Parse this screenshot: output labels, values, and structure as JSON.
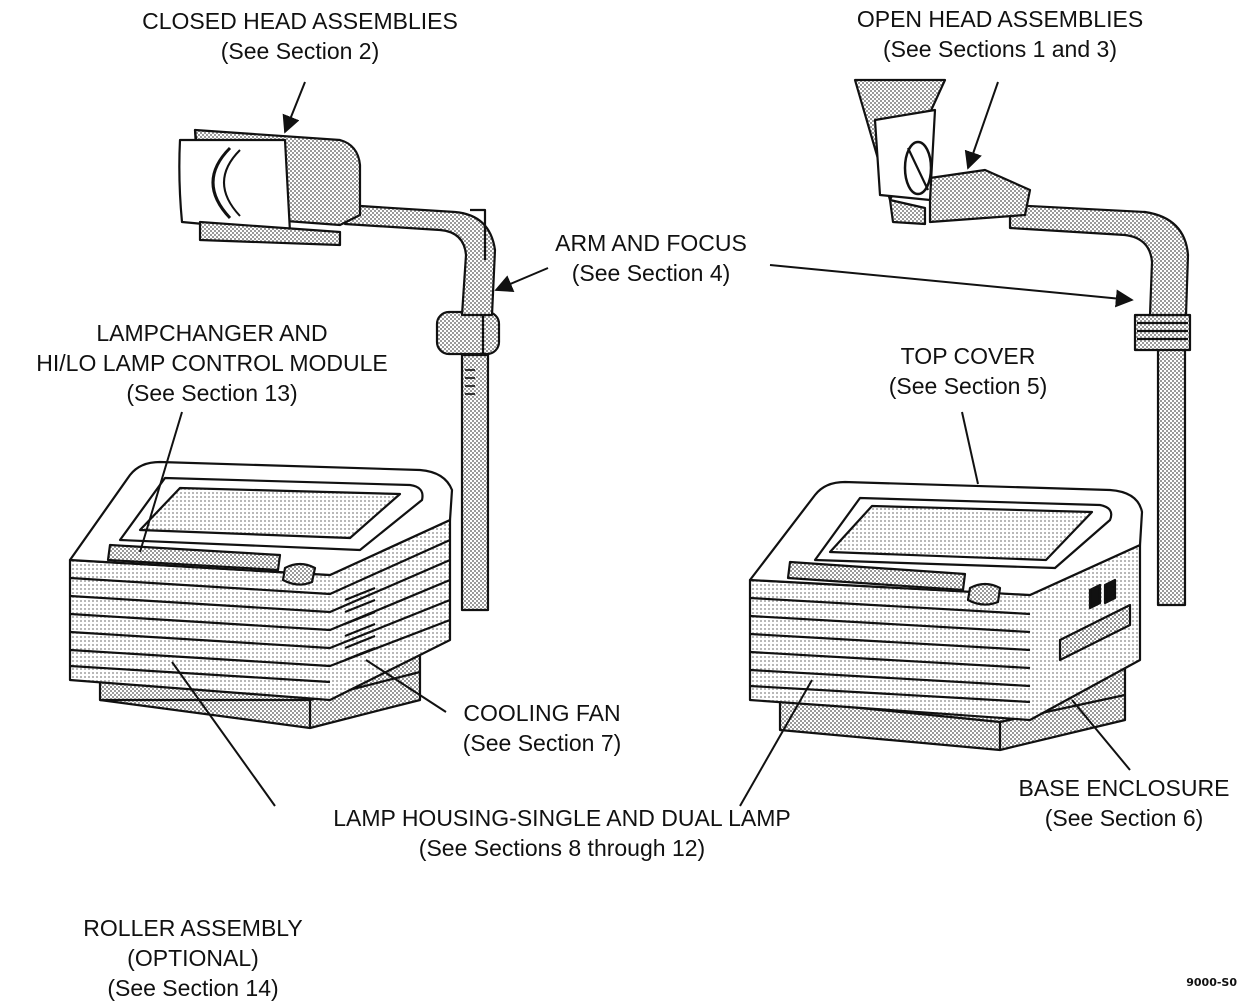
{
  "labels": {
    "closed_head": {
      "line1": "CLOSED HEAD ASSEMBLIES",
      "line2": "(See Section 2)"
    },
    "open_head": {
      "line1": "OPEN HEAD ASSEMBLIES",
      "line2": "(See Sections 1 and 3)"
    },
    "arm_focus": {
      "line1": "ARM AND FOCUS",
      "line2": "(See Section 4)"
    },
    "lampchanger": {
      "line1": "LAMPCHANGER AND",
      "line2": "HI/LO LAMP CONTROL MODULE",
      "line3": "(See Section 13)"
    },
    "top_cover": {
      "line1": "TOP COVER",
      "line2": "(See Section 5)"
    },
    "cooling_fan": {
      "line1": "COOLING FAN",
      "line2": "(See Section 7)"
    },
    "base_enclosure": {
      "line1": "BASE ENCLOSURE",
      "line2": "(See Section 6)"
    },
    "lamp_housing": {
      "line1": "LAMP HOUSING-SINGLE AND DUAL LAMP",
      "line2": "(See Sections 8 through 12)"
    },
    "roller": {
      "line1": "ROLLER ASSEMBLY",
      "line2": "(OPTIONAL)",
      "line3": "(See Section 14)"
    }
  },
  "figure_id": "9000-S0",
  "colors": {
    "ink": "#111111",
    "shade": "#c8c8c8",
    "paper": "#ffffff"
  }
}
